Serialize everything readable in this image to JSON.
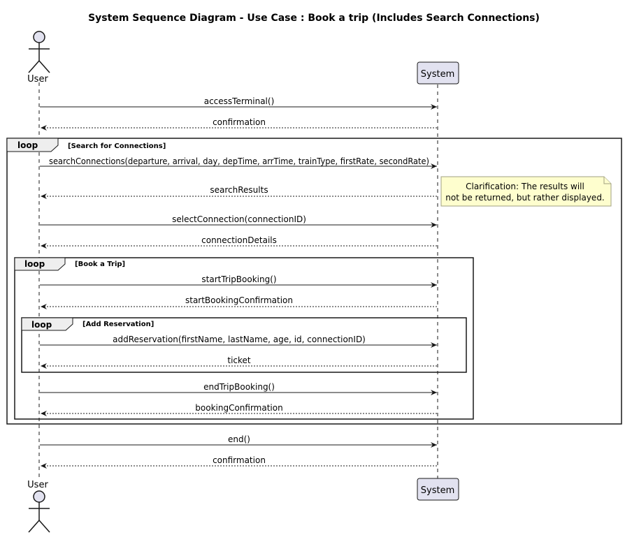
{
  "title": "System Sequence Diagram - Use Case : Book a trip (Includes Search Connections)",
  "participants": {
    "user": "User",
    "system": "System"
  },
  "messages": [
    {
      "label": "accessTerminal()",
      "dir": "right",
      "style": "solid"
    },
    {
      "label": "confirmation",
      "dir": "left",
      "style": "dashed"
    },
    {
      "label": "searchConnections(departure, arrival, day, depTime, arrTime, trainType, firstRate, secondRate)",
      "dir": "right",
      "style": "solid"
    },
    {
      "label": "searchResults",
      "dir": "left",
      "style": "dashed"
    },
    {
      "label": "selectConnection(connectionID)",
      "dir": "right",
      "style": "solid"
    },
    {
      "label": "connectionDetails",
      "dir": "left",
      "style": "dashed"
    },
    {
      "label": "startTripBooking()",
      "dir": "right",
      "style": "solid"
    },
    {
      "label": "startBookingConfirmation",
      "dir": "left",
      "style": "dashed"
    },
    {
      "label": "addReservation(firstName, lastName, age, id, connectionID)",
      "dir": "right",
      "style": "solid"
    },
    {
      "label": "ticket",
      "dir": "left",
      "style": "dashed"
    },
    {
      "label": "endTripBooking()",
      "dir": "right",
      "style": "solid"
    },
    {
      "label": "bookingConfirmation",
      "dir": "left",
      "style": "dashed"
    },
    {
      "label": "end()",
      "dir": "right",
      "style": "solid"
    },
    {
      "label": "confirmation",
      "dir": "left",
      "style": "dashed"
    }
  ],
  "loops": [
    {
      "keyword": "loop",
      "guard": "[Search for Connections]"
    },
    {
      "keyword": "loop",
      "guard": "[Book a Trip]"
    },
    {
      "keyword": "loop",
      "guard": "[Add Reservation]"
    }
  ],
  "note": {
    "line1": "Clarification: The results will",
    "line2": "not be returned, but rather displayed."
  },
  "colors": {
    "participant_fill": "#e2e2f0",
    "participant_stroke": "#181818",
    "note_fill": "#fefece",
    "note_stroke": "#a0a080",
    "lifeline": "#181818",
    "arrow": "#181818"
  }
}
